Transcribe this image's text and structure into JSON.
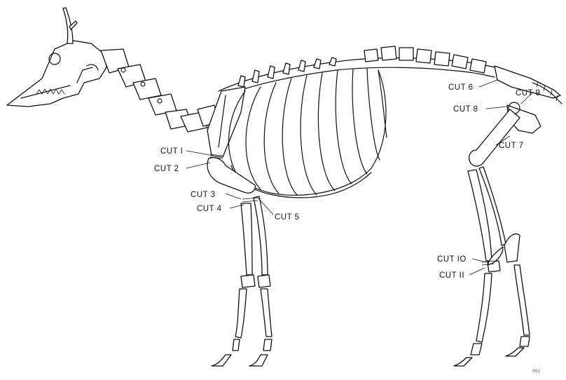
{
  "diagram": {
    "labels": {
      "cut1": "CUT I",
      "cut2": "CUT 2",
      "cut3": "CUT 3",
      "cut4": "CUT 4",
      "cut5": "CUT 5",
      "cut6": "CUT 6",
      "cut7": "CUT 7",
      "cut8": "CUT 8",
      "cut9": "CUT 9",
      "cut10": "CUT IO",
      "cut11": "CUT II"
    },
    "plate_number": "981"
  }
}
